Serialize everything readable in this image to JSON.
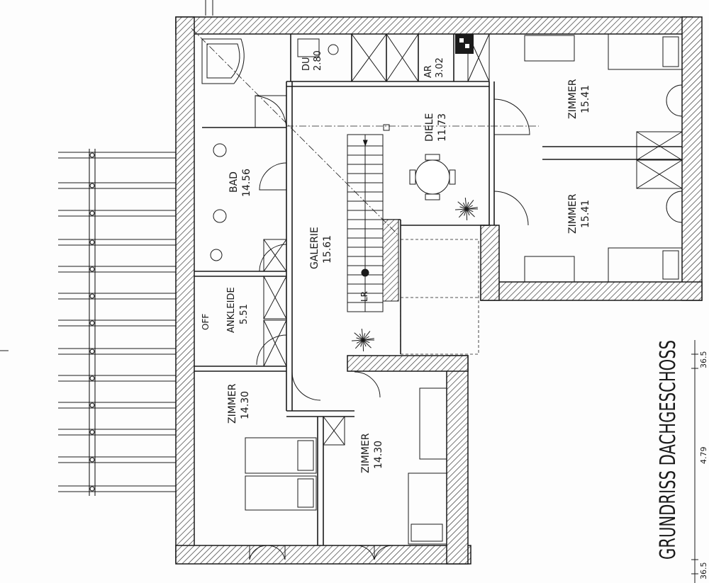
{
  "plan_title": "GRUNDRISS DACHGESCHOSS",
  "rooms": [
    {
      "id": "dusche",
      "name": "DU",
      "area": "2.80"
    },
    {
      "id": "abstell",
      "name": "AR",
      "area": "3.02"
    },
    {
      "id": "diele",
      "name": "DIELE",
      "area": "11.73"
    },
    {
      "id": "zimmer-ne-top",
      "name": "ZIMMER",
      "area": "15.41"
    },
    {
      "id": "zimmer-ne-bottom",
      "name": "ZIMMER",
      "area": "15.41"
    },
    {
      "id": "bad",
      "name": "BAD",
      "area": "14.56"
    },
    {
      "id": "galerie",
      "name": "GALERIE",
      "area": "15.61"
    },
    {
      "id": "ankleide",
      "name": "ANKLEIDE",
      "area": "5.51"
    },
    {
      "id": "zimmer-sw",
      "name": "ZIMMER",
      "area": "14.30"
    },
    {
      "id": "zimmer-s",
      "name": "ZIMMER",
      "area": "14.30"
    }
  ],
  "labels": {
    "off": "OFF",
    "lr": "LR"
  },
  "dimensions": [
    "36.5",
    "4.79",
    "36.5"
  ],
  "colors": {
    "line": "#1a1a1a",
    "hatch": "#3a3a3a",
    "paper": "#fdfdfd"
  }
}
